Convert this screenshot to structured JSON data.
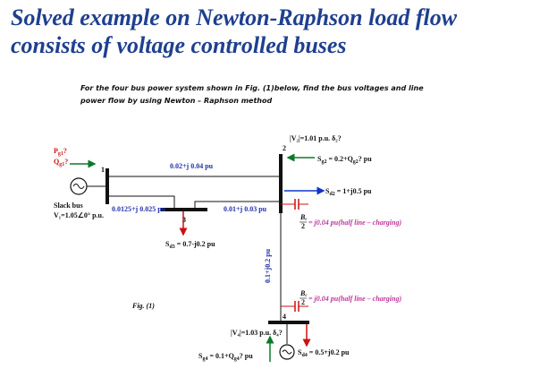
{
  "slide": {
    "title_line1": "Solved example on Newton-Raphson load flow",
    "title_line2": "consists of voltage controlled buses",
    "problem_line1": "For the four bus power system shown in Fig. (1)below, find the bus voltages and line",
    "problem_line2": "power flow by using Newton – Raphson method",
    "fig_caption": "Fig. (1)"
  },
  "diagram": {
    "bus1": {
      "number": "1",
      "pg": "P",
      "pg_sub": "g1",
      "pg_q": "?",
      "qg": "Q",
      "qg_sub": "g1",
      "qg_q": "?",
      "slack_label": "Slack bus",
      "voltage": "V₁=1.05∠0° p.u."
    },
    "bus2": {
      "number": "2",
      "voltage": "|V₂|=1.01 p.u.  δ₂?",
      "sg": "S",
      "sg_sub": "g2",
      "sg_value": " = 0.2+Q",
      "sg_qsub": "g2",
      "sg_tail": "? pu",
      "sd": "S",
      "sd_sub": "d2",
      "sd_value": " = 1+j0.5 pu",
      "charging": "= j0.04 pu(half line – charging)"
    },
    "bus3": {
      "number": "3",
      "sd": "S",
      "sd_sub": "d3",
      "sd_value": " = 0.7-j0.2 pu"
    },
    "bus4": {
      "number": "4",
      "voltage": "|V₄|=1.03 p.u.  δ₄?",
      "sg": "S",
      "sg_sub": "g4",
      "sg_value": " = 0.1+Q",
      "sg_qsub": "g4",
      "sg_tail": "? pu",
      "sd": "S",
      "sd_sub": "d4",
      "sd_value": " = 0.5+j0.2 pu",
      "charging": "= j0.04 pu(half line – charging)"
    },
    "lines": {
      "line_12": "0.02+j 0.04 pu",
      "line_13": "0.0125+j 0.025 pu",
      "line_23": "0.01+j 0.03 pu",
      "line_24": "0.1+j0.2 pu"
    },
    "charging_symbol": "B",
    "charging_sub": "c",
    "charging_denom": "2",
    "colors": {
      "title": "#1f3f8f",
      "line_impedance": "#2233aa",
      "power_label": "#cc1111",
      "charging_text": "#c0359a",
      "gen_arrow": "#0b7a2a",
      "load_arrow": "#cc1111",
      "sd_arrow": "#1133cc"
    }
  }
}
